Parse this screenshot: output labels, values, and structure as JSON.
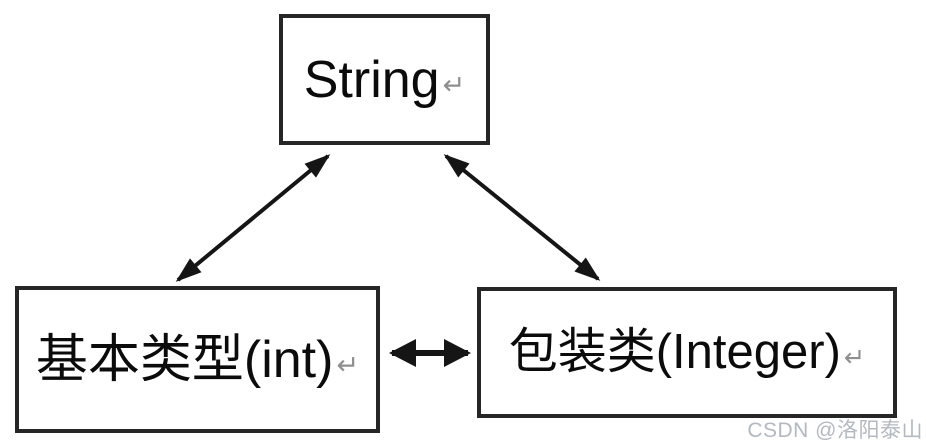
{
  "diagram": {
    "nodes": [
      {
        "id": "string",
        "label": "String",
        "return_mark": "↵"
      },
      {
        "id": "primitive-int",
        "label": "基本类型(int)",
        "return_mark": "↵"
      },
      {
        "id": "wrapper-integer",
        "label": "包装类(Integer)",
        "return_mark": "↵"
      }
    ],
    "edges": [
      {
        "from": "primitive-int",
        "to": "string",
        "type": "double-arrow"
      },
      {
        "from": "wrapper-integer",
        "to": "string",
        "type": "double-arrow"
      },
      {
        "from": "primitive-int",
        "to": "wrapper-integer",
        "type": "double-arrow"
      }
    ],
    "colors": {
      "line": "#151515",
      "box_border": "#262626",
      "text": "#0b0b0b",
      "return_mark": "#8f8f8f",
      "watermark": "#b3b9c1",
      "background": "#ffffff"
    }
  },
  "watermark": {
    "text": "CSDN @洛阳泰山"
  }
}
